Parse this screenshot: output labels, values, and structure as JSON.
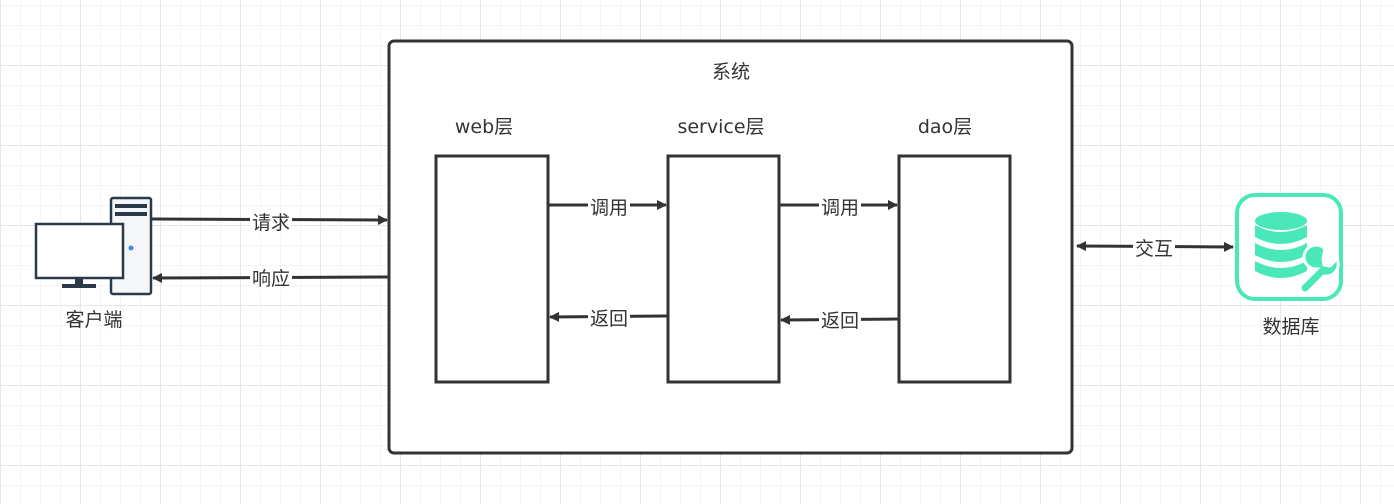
{
  "diagram": {
    "system_title": "系统",
    "layers": {
      "web": "web层",
      "service": "service层",
      "dao": "dao层"
    },
    "client_label": "客户端",
    "database_label": "数据库",
    "edges": {
      "request": "请求",
      "response": "响应",
      "call_web_service": "调用",
      "call_service_dao": "调用",
      "return_service_web": "返回",
      "return_dao_service": "返回",
      "interact": "交互"
    },
    "icons": {
      "client": "computer-icon",
      "database": "database-icon"
    },
    "colors": {
      "stroke": "#333333",
      "database_accent": "#4ae8b8"
    }
  }
}
